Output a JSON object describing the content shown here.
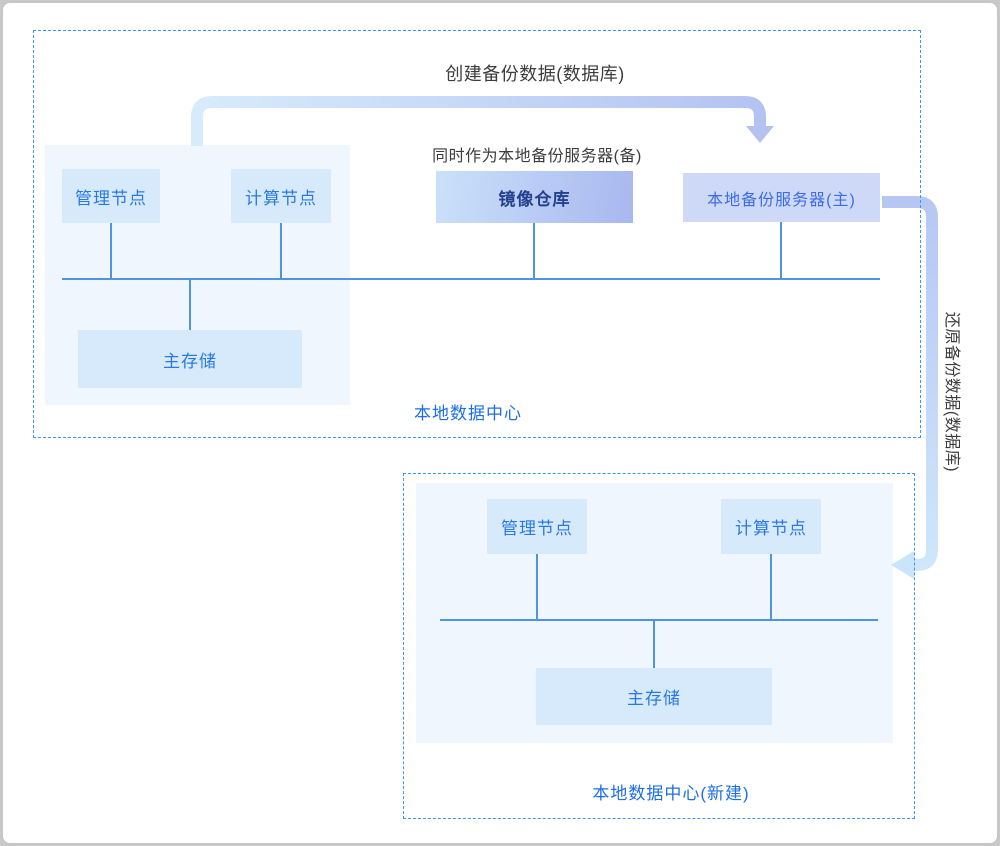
{
  "annotations": {
    "create_backup": "创建备份数据(数据库)",
    "dual_role": "同时作为本地备份服务器(备)",
    "restore_backup": "还原备份数据(数据库)"
  },
  "datacenter_primary": {
    "label": "本地数据中心",
    "management_node": "管理节点",
    "compute_node": "计算节点",
    "primary_storage": "主存储",
    "mirror_repository": "镜像仓库",
    "local_backup_server": "本地备份服务器(主)"
  },
  "datacenter_new": {
    "label": "本地数据中心(新建)",
    "management_node": "管理节点",
    "compute_node": "计算节点",
    "primary_storage": "主存储"
  },
  "colors": {
    "dashed_border": "#3d96ed",
    "node_fill": "#d7eafc",
    "node_text": "#2979e3",
    "panel_fill": "#eff6fd",
    "mirror_gradient_start": "#cbe1fa",
    "mirror_gradient_end": "#a8b7ef",
    "mirror_text": "#24418f",
    "backup_server_fill": "#cdd9f7",
    "backup_server_text": "#3e6ce8",
    "connector_line": "#4f94e0",
    "dc_label_text": "#1b6fe8",
    "annotation_text": "#3d3d3d",
    "arrow_create_start": "#d6ecfc",
    "arrow_create_end": "#b3c2f1",
    "arrow_restore_start": "#b7c7f3",
    "arrow_restore_end": "#cfe8fc",
    "frame_border": "#c6c6c6"
  }
}
